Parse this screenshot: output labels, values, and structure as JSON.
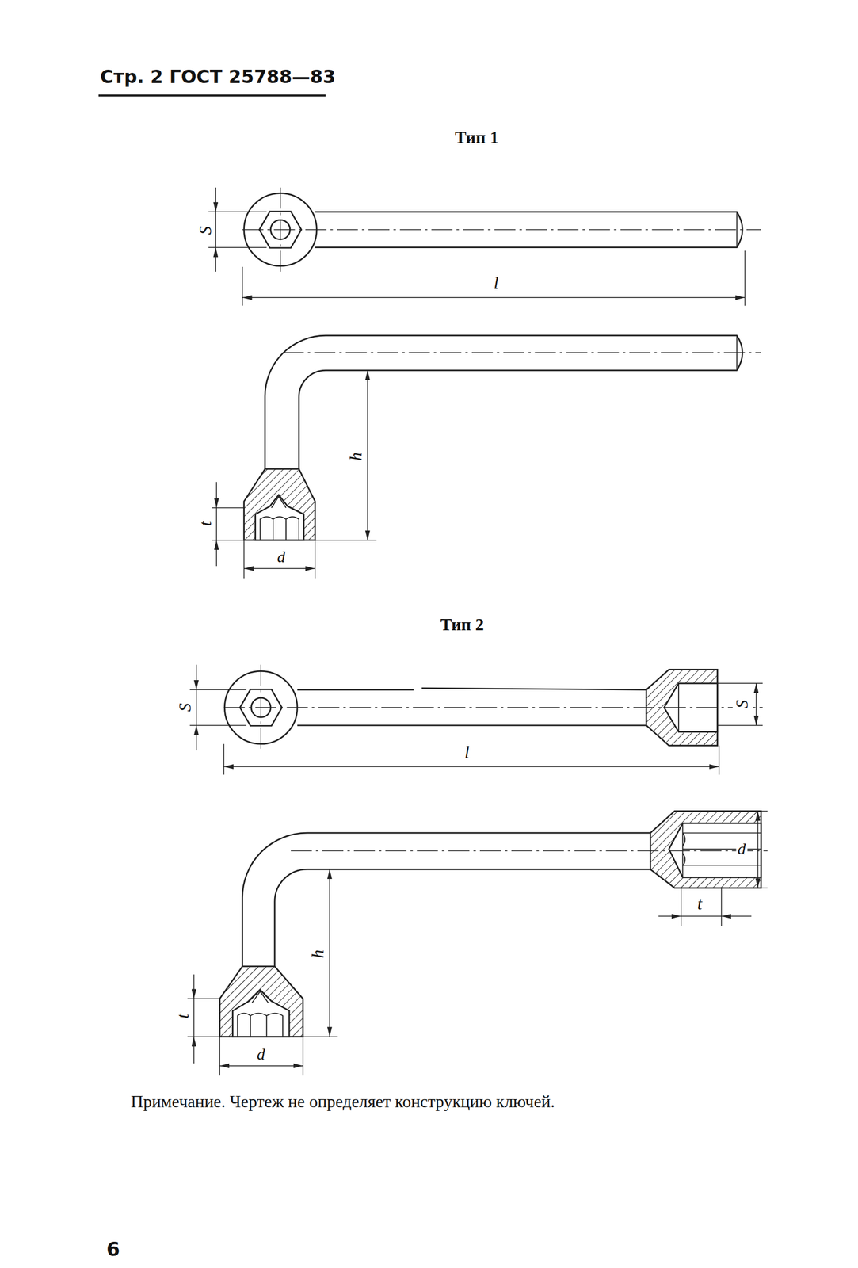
{
  "diagram": {
    "labels": [
      "Стр. 2 ГОСТ 25788—83",
      "Тип 1",
      "S",
      "l",
      "h",
      "t",
      "d",
      "Тип 2",
      "S",
      "S",
      "l",
      "d",
      "t",
      "h",
      "t",
      "d",
      "Примечание. Чертеж не определяет конструкцию ключей.",
      "6"
    ]
  }
}
